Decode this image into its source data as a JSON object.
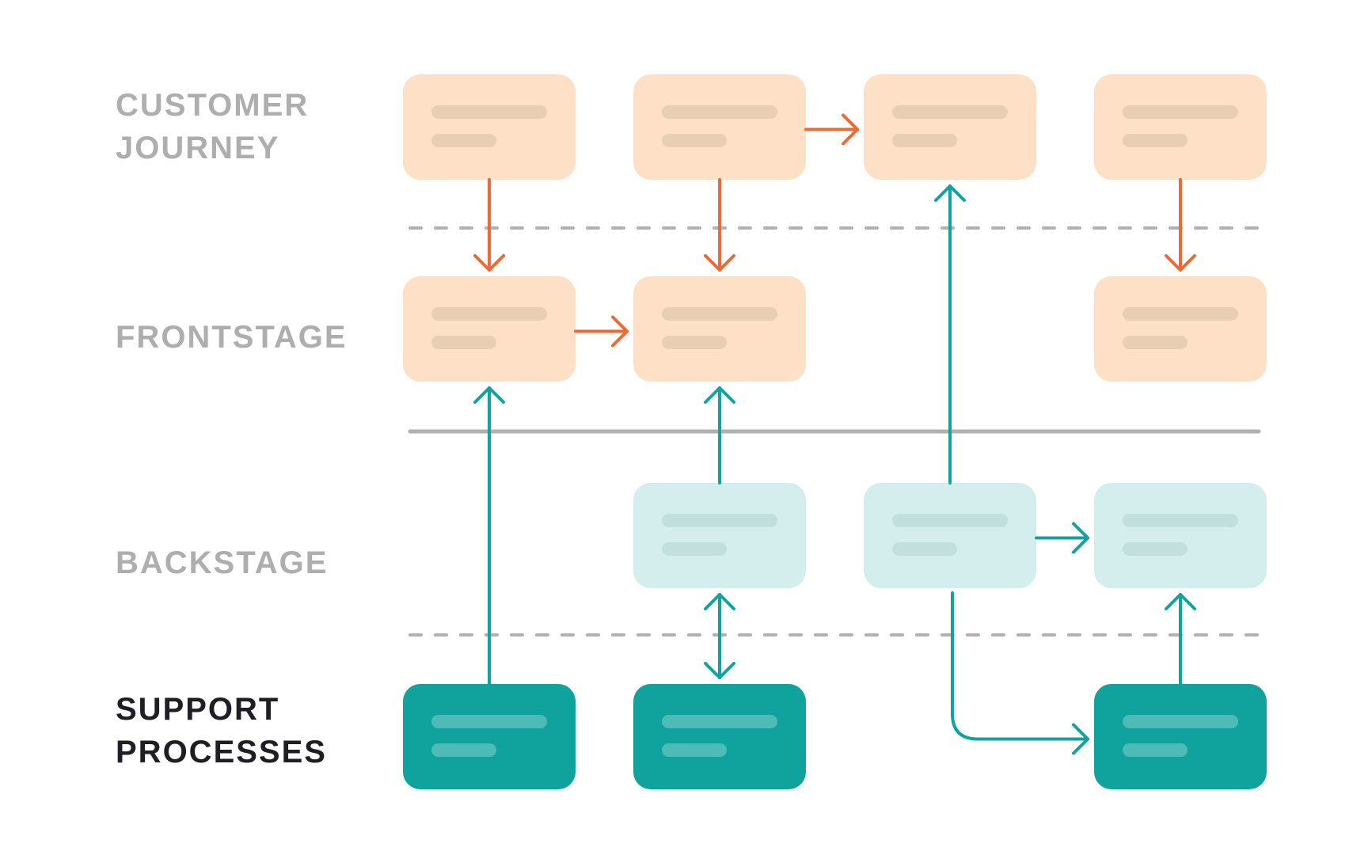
{
  "lanes": [
    {
      "id": "customer-journey",
      "label": "CUSTOMER\nJOURNEY",
      "state": "muted"
    },
    {
      "id": "frontstage",
      "label": "FRONTSTAGE",
      "state": "muted"
    },
    {
      "id": "backstage",
      "label": "BACKSTAGE",
      "state": "muted"
    },
    {
      "id": "support-processes",
      "label": "SUPPORT\nPROCESSES",
      "state": "highlighted"
    }
  ],
  "colors": {
    "customer_card": "#fde0c5",
    "customer_card_lines": "#e8cfb4",
    "backstage_card": "#d3eeed",
    "backstage_card_lines": "#c0dfdd",
    "support_card": "#10a39e",
    "support_card_lines": "#4dbcb8",
    "orange_arrow": "#ec6a35",
    "teal_arrow": "#11a39e",
    "separator": "#b1b1b1",
    "label_muted": "#aeaeae",
    "label_active": "#1e1e24"
  },
  "separators": [
    {
      "after_lane": "customer-journey",
      "style": "dashed"
    },
    {
      "after_lane": "frontstage",
      "style": "solid"
    },
    {
      "after_lane": "backstage",
      "style": "dashed"
    }
  ],
  "cards": [
    {
      "id": "cj-1",
      "lane": "customer-journey",
      "column": 1,
      "kind": "customer"
    },
    {
      "id": "cj-2",
      "lane": "customer-journey",
      "column": 2,
      "kind": "customer"
    },
    {
      "id": "cj-3",
      "lane": "customer-journey",
      "column": 3,
      "kind": "customer"
    },
    {
      "id": "cj-4",
      "lane": "customer-journey",
      "column": 4,
      "kind": "customer"
    },
    {
      "id": "fs-1",
      "lane": "frontstage",
      "column": 1,
      "kind": "customer"
    },
    {
      "id": "fs-2",
      "lane": "frontstage",
      "column": 2,
      "kind": "customer"
    },
    {
      "id": "fs-4",
      "lane": "frontstage",
      "column": 4,
      "kind": "customer"
    },
    {
      "id": "bs-2",
      "lane": "backstage",
      "column": 2,
      "kind": "backstage"
    },
    {
      "id": "bs-3",
      "lane": "backstage",
      "column": 3,
      "kind": "backstage"
    },
    {
      "id": "bs-4",
      "lane": "backstage",
      "column": 4,
      "kind": "backstage"
    },
    {
      "id": "sp-1",
      "lane": "support-processes",
      "column": 1,
      "kind": "support"
    },
    {
      "id": "sp-2",
      "lane": "support-processes",
      "column": 2,
      "kind": "support"
    },
    {
      "id": "sp-4",
      "lane": "support-processes",
      "column": 4,
      "kind": "support"
    }
  ],
  "connections": [
    {
      "from": "cj-2",
      "to": "cj-3",
      "color": "orange",
      "direction": "forward"
    },
    {
      "from": "cj-1",
      "to": "fs-1",
      "color": "orange",
      "direction": "forward"
    },
    {
      "from": "cj-2",
      "to": "fs-2",
      "color": "orange",
      "direction": "forward"
    },
    {
      "from": "cj-4",
      "to": "fs-4",
      "color": "orange",
      "direction": "forward"
    },
    {
      "from": "fs-1",
      "to": "fs-2",
      "color": "orange",
      "direction": "forward"
    },
    {
      "from": "sp-1",
      "to": "fs-1",
      "color": "teal",
      "direction": "forward"
    },
    {
      "from": "bs-2",
      "to": "fs-2",
      "color": "teal",
      "direction": "forward"
    },
    {
      "from": "bs-3",
      "to": "cj-3",
      "color": "teal",
      "direction": "forward"
    },
    {
      "from": "bs-3",
      "to": "bs-4",
      "color": "teal",
      "direction": "forward"
    },
    {
      "from": "bs-2",
      "to": "sp-2",
      "color": "teal",
      "direction": "both"
    },
    {
      "from": "bs-3",
      "to": "sp-4",
      "color": "teal",
      "direction": "forward",
      "routing": "elbow"
    },
    {
      "from": "sp-4",
      "to": "bs-4",
      "color": "teal",
      "direction": "forward"
    }
  ]
}
